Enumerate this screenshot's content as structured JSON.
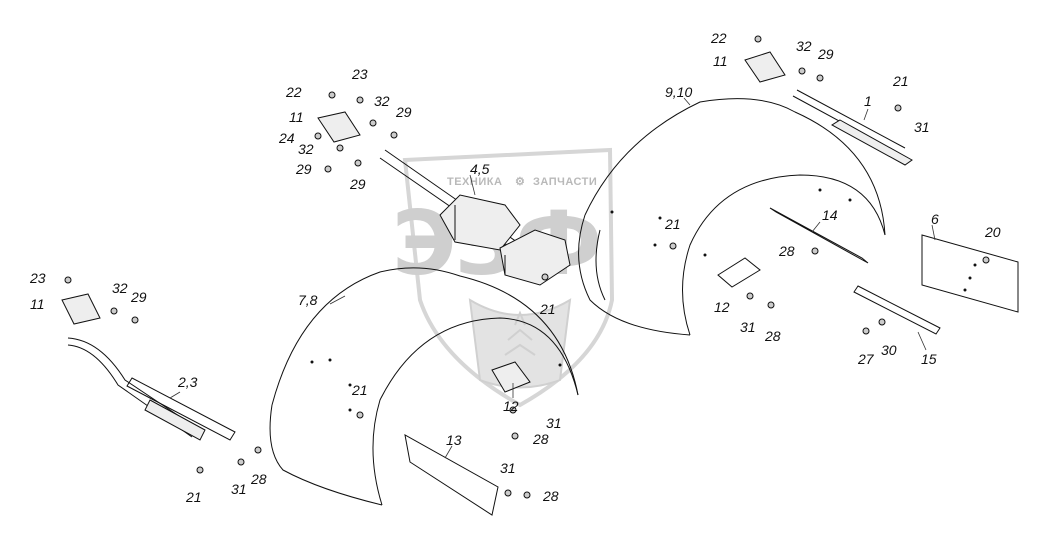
{
  "watermark": {
    "left_word": "ТЕХНИКА",
    "right_word": "ЗАПЧАСТИ",
    "monogram": "ЭЗФ",
    "color": "#cfcfcf"
  },
  "line_color": "#111111",
  "callouts": {
    "l_22_tr": "22",
    "l_32_tr": "32",
    "l_29_tr": "29",
    "l_11_tr": "11",
    "l_21_tr": "21",
    "l_1": "1",
    "l_31_tr": "31",
    "l_910": "9,10",
    "l_23_tl": "23",
    "l_22_tl": "22",
    "l_32_tl": "32",
    "l_29_tl": "29",
    "l_11_tl": "11",
    "l_24": "24",
    "l_32_tl2": "32",
    "l_29_tl2": "29",
    "l_29_tl3": "29",
    "l_45": "4,5",
    "l_21_mid": "21",
    "l_21_ctr": "21",
    "l_14": "14",
    "l_6": "6",
    "l_20": "20",
    "l_28_r": "28",
    "l_12_r": "12",
    "l_31_r": "31",
    "l_28_r2": "28",
    "l_27": "27",
    "l_30": "30",
    "l_15": "15",
    "l_23_l": "23",
    "l_32_l": "32",
    "l_29_l": "29",
    "l_11_l": "11",
    "l_78": "7,8",
    "l_23_bl": "2,3",
    "l_21_fen": "21",
    "l_12_c": "12",
    "l_31_c": "31",
    "l_28_c": "28",
    "l_13": "13",
    "l_31_b": "31",
    "l_28_b": "28",
    "l_21_bl": "21",
    "l_31_bl": "31",
    "l_28_bl": "28"
  }
}
